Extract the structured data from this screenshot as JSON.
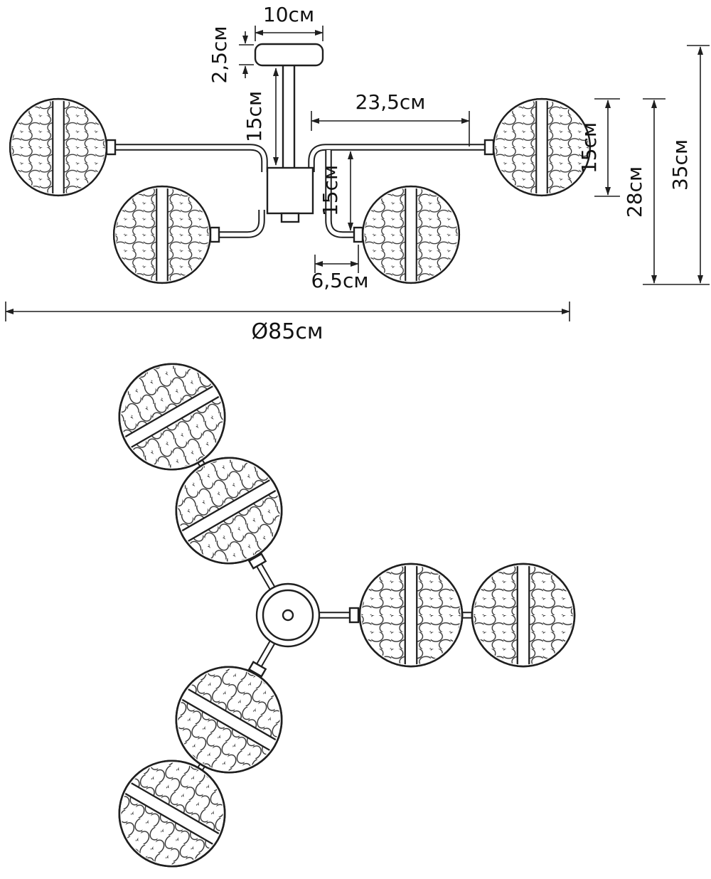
{
  "page": {
    "background": "#ffffff",
    "line_color": "#1f1f1f"
  },
  "side_view": {
    "canopy_width": "10см",
    "canopy_height": "2,5см",
    "stem_length": "15см",
    "arm_reach": "23,5см",
    "arm_drop": "15см",
    "hub_to_shade": "6,5см",
    "shade_height": "15см",
    "fixture_height": "28см",
    "overall_height": "35см",
    "overall_diameter": "Ø85см"
  }
}
